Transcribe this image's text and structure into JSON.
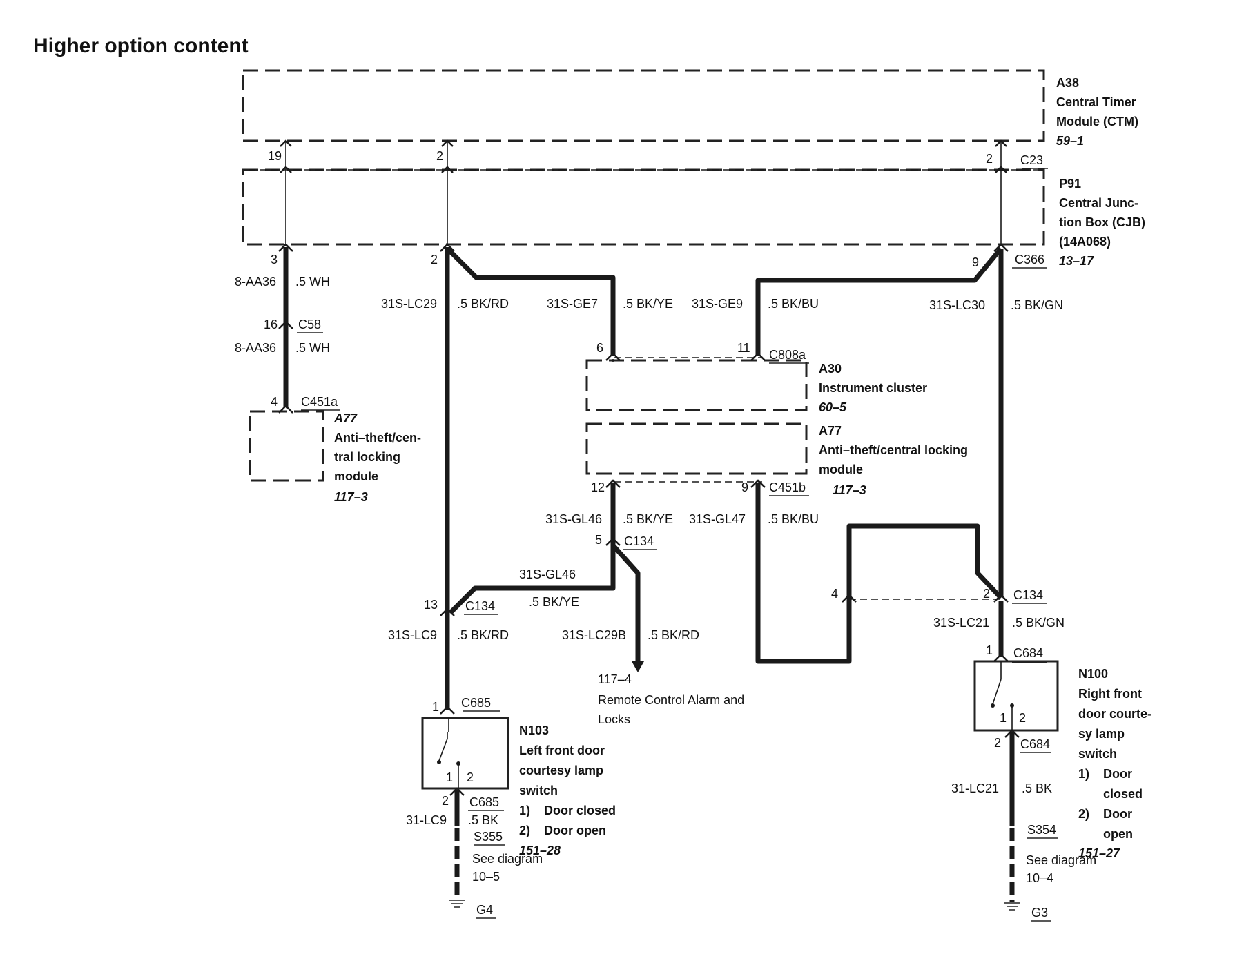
{
  "title": "Higher option content",
  "ctm": {
    "code": "A38",
    "name1": "Central Timer",
    "name2": "Module (CTM)",
    "ref": "59–1"
  },
  "cjb": {
    "code": "P91",
    "name1": "Central Junc-",
    "name2": "tion Box (CJB)",
    "name3": "(14A068)",
    "ref": "13–17"
  },
  "cluster": {
    "code": "A30",
    "name": "Instrument cluster",
    "ref": "60–5"
  },
  "atcl_left": {
    "code": "A77",
    "name1": "Anti–theft/cen-",
    "name2": "tral locking",
    "name3": "module",
    "ref": "117–3"
  },
  "atcl_mid": {
    "code": "A77",
    "name1": "Anti–theft/central locking",
    "name2": "module",
    "ref": "117–3"
  },
  "left_switch": {
    "code": "N103",
    "name1": "Left front door",
    "name2": "courtesy lamp",
    "name3": "switch",
    "state1_num": "1)",
    "state1": "Door closed",
    "state2_num": "2)",
    "state2": "Door open",
    "ref": "151–28",
    "contact1": "1",
    "contact2": "2"
  },
  "right_switch": {
    "code": "N100",
    "name1": "Right front",
    "name2": "door courte-",
    "name3": "sy lamp",
    "name4": "switch",
    "state1_num": "1)",
    "state1a": "Door",
    "state1b": "closed",
    "state2_num": "2)",
    "state2a": "Door",
    "state2b": "open",
    "ref": "151–27",
    "contact1": "1",
    "contact2": "2"
  },
  "connectors": {
    "c23": "C23",
    "c366": "C366",
    "c58": "C58",
    "c451a": "C451a",
    "c808a": "C808a",
    "c451b": "C451b",
    "c134_mid": "C134",
    "c134_left": "C134",
    "c134_right": "C134",
    "c684_top": "C684",
    "c684_bot": "C684",
    "c685_top": "C685",
    "c685_bot": "C685"
  },
  "pins": {
    "p19": "19",
    "p2a": "2",
    "p2b": "2",
    "p3": "3",
    "p2c": "2",
    "p9a": "9",
    "p16": "16",
    "p4a": "4",
    "p6": "6",
    "p11": "11",
    "p12": "12",
    "p9b": "9",
    "p5": "5",
    "p13": "13",
    "p4b": "4",
    "p2d": "2",
    "p1a": "1",
    "p2e": "2",
    "p1b": "1",
    "p2f": "2"
  },
  "wires": {
    "aa36_1": "8-AA36",
    "aa36_1g": ".5 WH",
    "aa36_2": "8-AA36",
    "aa36_2g": ".5 WH",
    "lc29": "31S-LC29",
    "lc29g": ".5 BK/RD",
    "ge7": "31S-GE7",
    "ge7g": ".5 BK/YE",
    "ge9": "31S-GE9",
    "ge9g": ".5 BK/BU",
    "lc30": "31S-LC30",
    "lc30g": ".5 BK/GN",
    "gl46a": "31S-GL46",
    "gl46ag": ".5 BK/YE",
    "gl47": "31S-GL47",
    "gl47g": ".5 BK/BU",
    "gl46b": "31S-GL46",
    "gl46bg": ".5 BK/YE",
    "lc9": "31S-LC9",
    "lc9g": ".5 BK/RD",
    "lc29b": "31S-LC29B",
    "lc29bg": ".5 BK/RD",
    "lc21": "31S-LC21",
    "lc21g": ".5 BK/GN",
    "lc9gnd": "31-LC9",
    "lc9gndg": ".5 BK",
    "lc21gnd": "31-LC21",
    "lc21gndg": ".5 BK"
  },
  "remote": {
    "ref": "117–4",
    "line1": "Remote Control Alarm and",
    "line2": "Locks"
  },
  "splice_left": {
    "code": "S355",
    "see": "See diagram",
    "ref": "10–5",
    "ground": "G4"
  },
  "splice_right": {
    "code": "S354",
    "see": "See diagram",
    "ref": "10–4",
    "ground": "G3"
  }
}
